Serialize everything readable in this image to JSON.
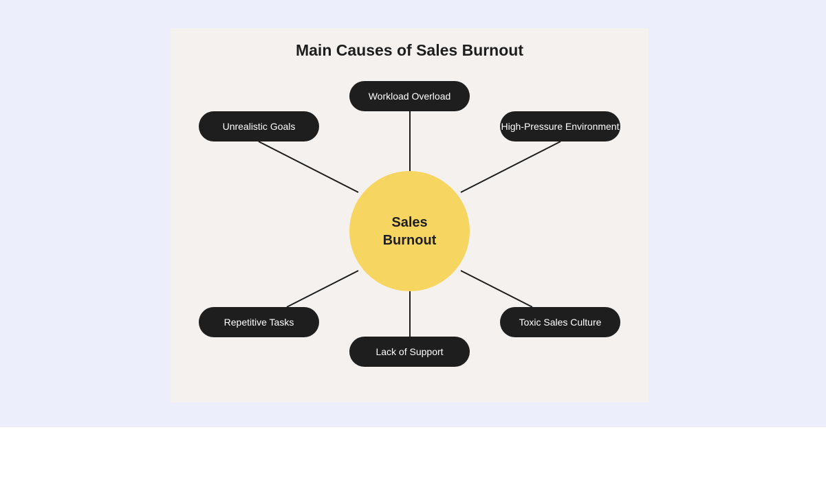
{
  "diagram": {
    "title": "Main Causes of Sales Burnout",
    "center": {
      "label": "Sales Burnout",
      "color": "#f6d561"
    },
    "causes": [
      {
        "label": "Workload Overload"
      },
      {
        "label": "Unrealistic Goals"
      },
      {
        "label": "High-Pressure Environment"
      },
      {
        "label": "Repetitive Tasks"
      },
      {
        "label": "Toxic Sales Culture"
      },
      {
        "label": "Lack of Support"
      }
    ],
    "node_color": "#1e1e1e",
    "background_color": "#f4f1ef"
  }
}
